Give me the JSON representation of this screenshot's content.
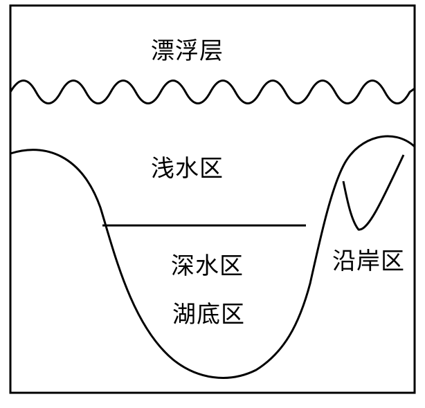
{
  "labels": {
    "plankton_zone": "漂浮层",
    "shallow_zone": "浅水区",
    "deep_zone": "深水区",
    "bottom_zone": "湖底区",
    "shore_zone": "沿岸区"
  },
  "colors": {
    "background": "#ffffff",
    "line": "#000000"
  }
}
